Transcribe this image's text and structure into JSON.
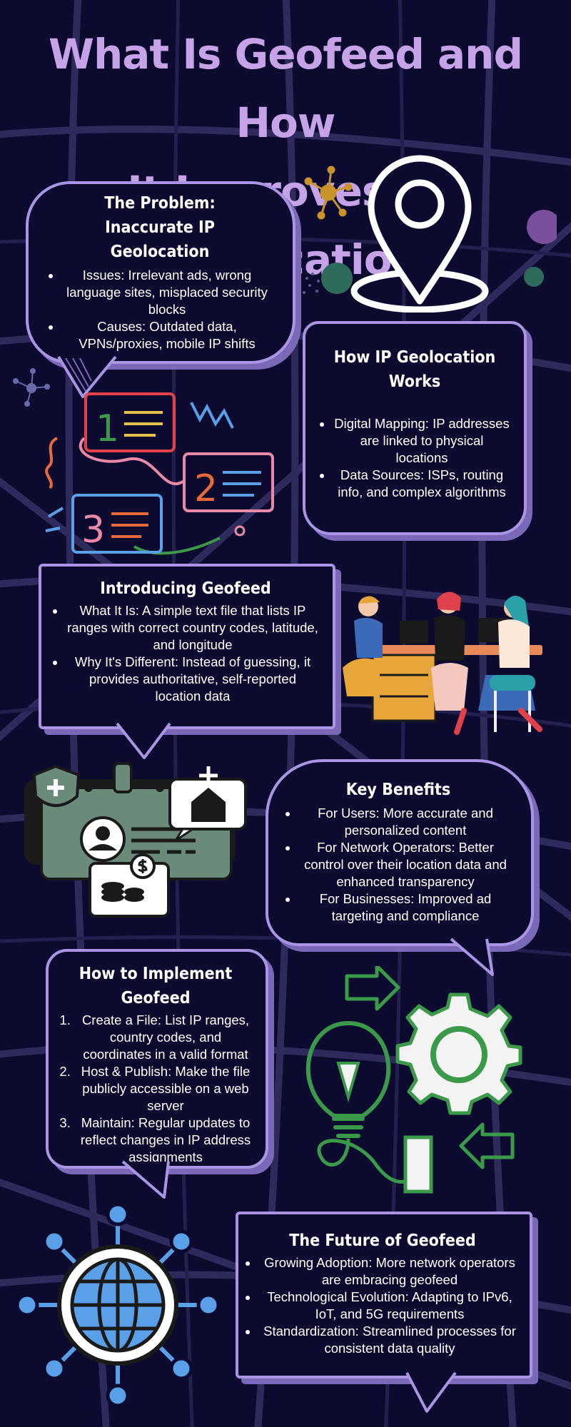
{
  "title": {
    "line1": "What Is Geofeed and How",
    "line2": "It Improves IP Geolocation"
  },
  "sections": {
    "problem": {
      "heading": "The Problem: Inaccurate IP Geolocation",
      "items": [
        "Issues: Irrelevant ads, wrong language sites, misplaced security blocks",
        "Causes: Outdated data, VPNs/proxies, mobile IP shifts"
      ]
    },
    "how_it_works": {
      "heading": "How IP Geolocation Works",
      "items": [
        "Digital Mapping: IP addresses are linked to physical locations",
        "Data Sources: ISPs, routing info, and complex algorithms"
      ]
    },
    "introducing": {
      "heading": "Introducing Geofeed",
      "items": [
        "What It Is: A simple text file that lists IP ranges with correct country codes, latitude, and longitude",
        "Why It's Different: Instead of guessing, it provides authoritative, self-reported location data"
      ]
    },
    "benefits": {
      "heading": "Key Benefits",
      "items": [
        "For Users: More accurate and personalized content",
        "For Network Operators: Better control over their location data and enhanced transparency",
        "For Businesses: Improved ad targeting and compliance"
      ]
    },
    "implement": {
      "heading": "How to Implement Geofeed",
      "items": [
        "Create a File: List IP ranges, country codes, and coordinates in a valid format",
        "Host & Publish: Make the file publicly accessible on a web server",
        "Maintain: Regular updates to reflect changes in IP address assignments"
      ]
    },
    "future": {
      "heading": "The Future of Geofeed",
      "items": [
        "Growing Adoption: More network operators are embracing geofeed",
        "Technological Evolution: Adapting to IPv6, IoT, and 5G requirements",
        "Standardization: Streamlined processes for consistent data quality"
      ]
    }
  },
  "illustrations": {
    "numbered_list": [
      "1",
      "2",
      "3"
    ],
    "icons": [
      "location-pin-icon",
      "numbered-list-illustration",
      "people-at-computers-illustration",
      "profile-card-illustration",
      "lightbulb-gear-illustration",
      "globe-network-icon"
    ]
  },
  "colors": {
    "background": "#0c0a2e",
    "title": "#c6a3e6",
    "border": "#a995e4",
    "accent_green": "#3a9a4a",
    "accent_blue": "#5aa0e8"
  }
}
